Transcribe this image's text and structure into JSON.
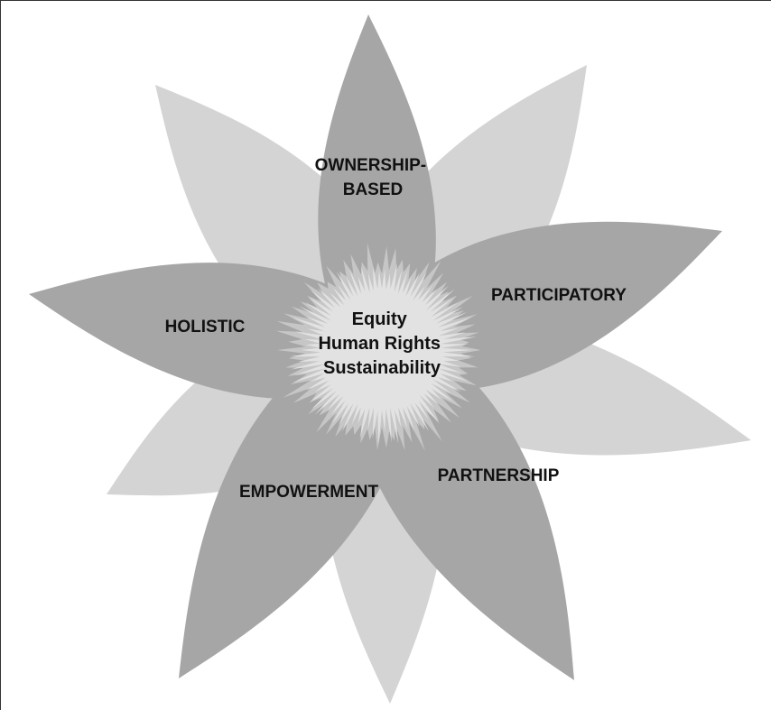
{
  "diagram": {
    "petals": [
      {
        "lines": [
          "OWNERSHIP-",
          "BASED"
        ]
      },
      {
        "lines": [
          "PARTICIPATORY"
        ]
      },
      {
        "lines": [
          "PARTNERSHIP"
        ]
      },
      {
        "lines": [
          "EMPOWERMENT"
        ]
      },
      {
        "lines": [
          "HOLISTIC"
        ]
      }
    ],
    "center": {
      "lines": [
        "Equity",
        "Human Rights",
        "Sustainability"
      ]
    }
  },
  "colors": {
    "back_petal": "#d4d4d4",
    "front_petal": "#a6a6a6",
    "burst_outer": "#c6c6c6",
    "burst_inner": "#e2e2e2"
  }
}
